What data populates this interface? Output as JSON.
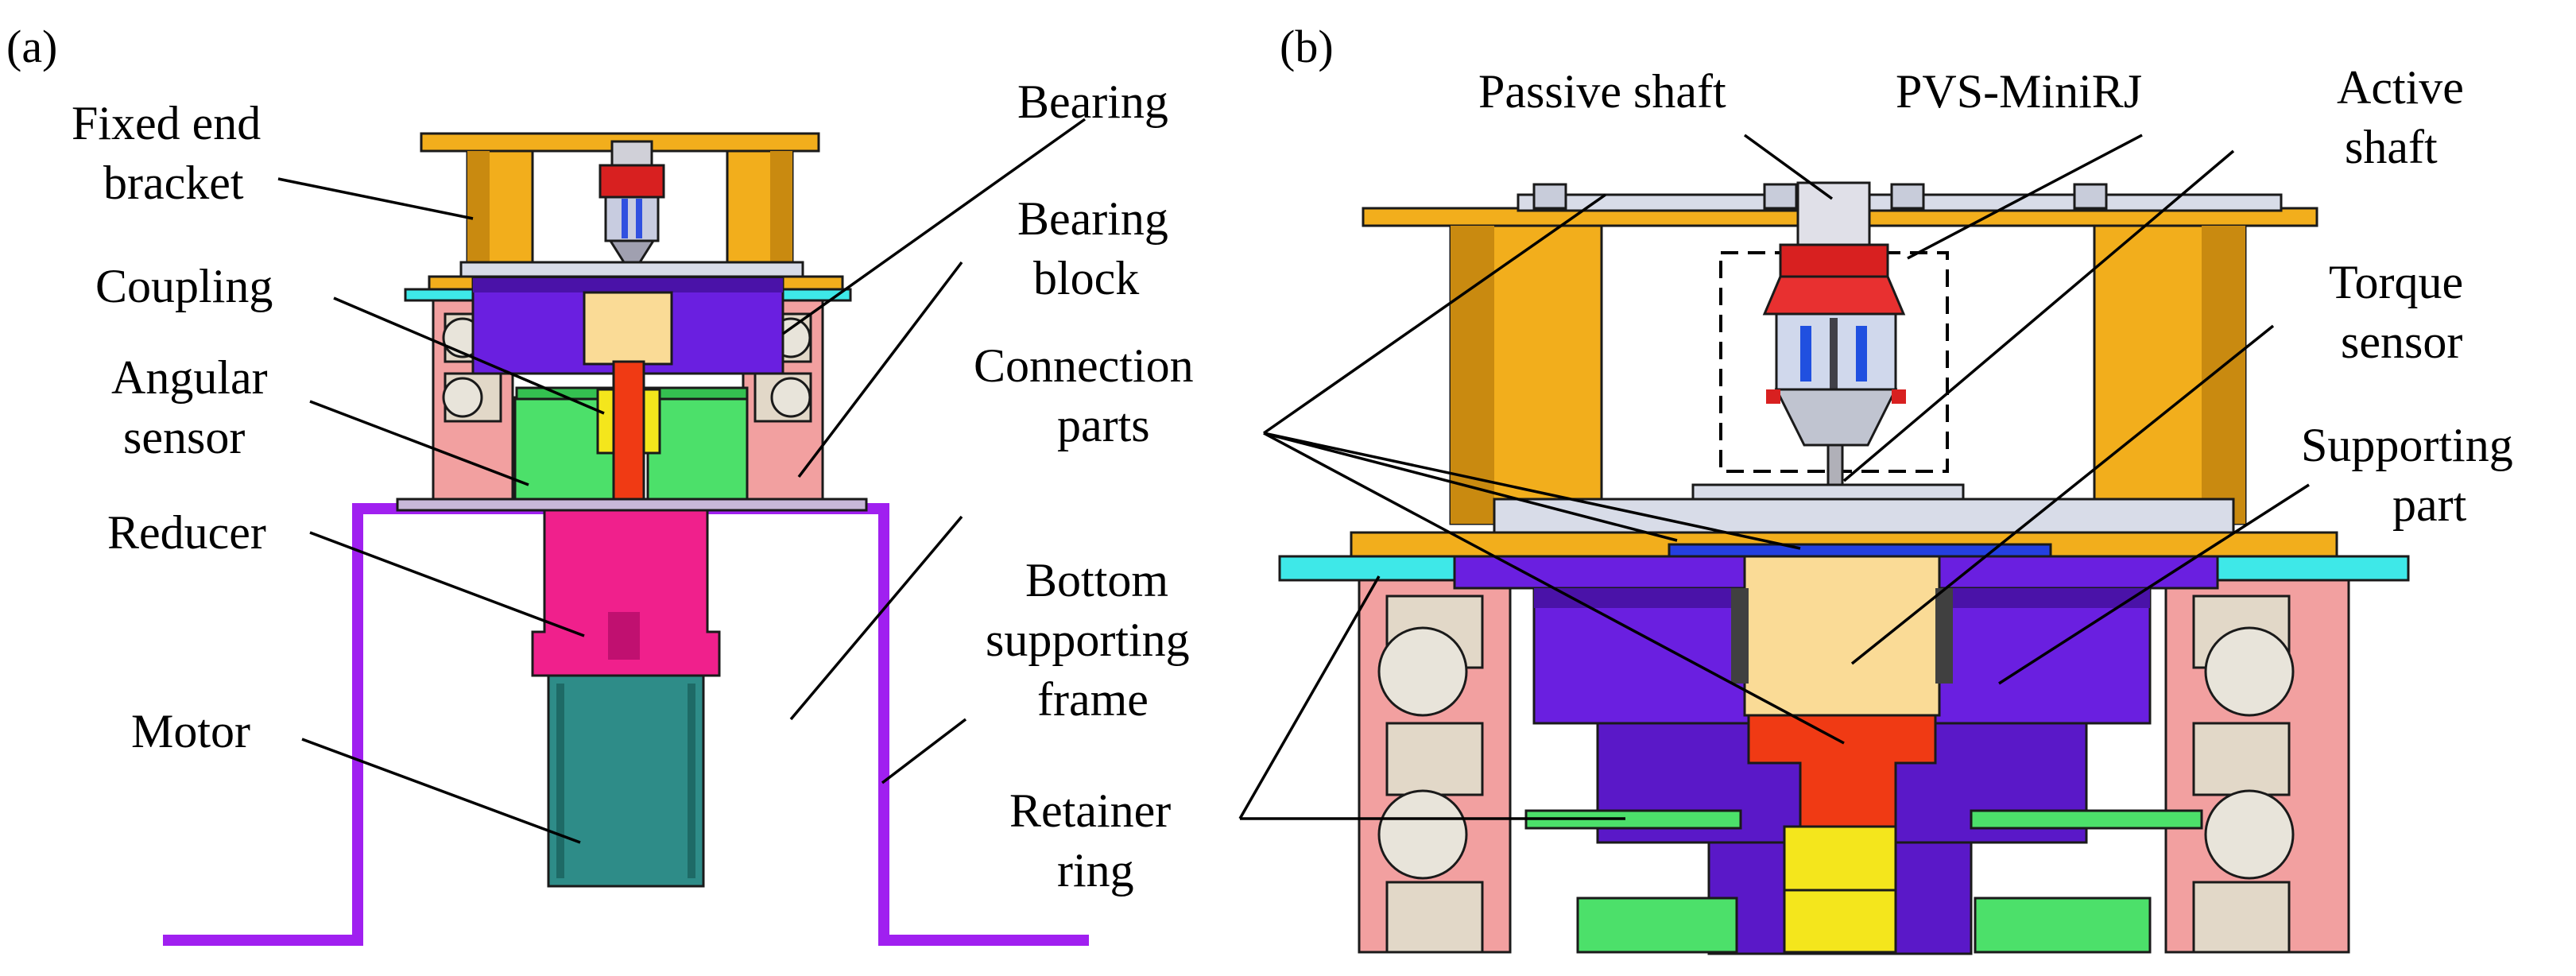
{
  "figure": {
    "panel_a": {
      "label": "(a)",
      "callouts": {
        "fixed_end_bracket": [
          "Fixed end",
          "bracket"
        ],
        "coupling": "Coupling",
        "angular_sensor": [
          "Angular",
          "sensor"
        ],
        "reducer": "Reducer",
        "motor": "Motor",
        "bearing": "Bearing",
        "bearing_block": [
          "Bearing",
          "block"
        ],
        "bottom_supporting_frame": [
          "Bottom",
          "supporting",
          "frame"
        ]
      }
    },
    "panel_b": {
      "label": "(b)",
      "callouts": {
        "passive_shaft": "Passive shaft",
        "pvs_minirj": "PVS-MiniRJ",
        "active_shaft": [
          "Active",
          "shaft"
        ],
        "torque_sensor": [
          "Torque",
          "sensor"
        ],
        "connection_parts": [
          "Connection",
          "parts"
        ],
        "supporting_part": [
          "Supporting",
          "part"
        ],
        "retainer_ring": [
          "Retainer",
          "ring"
        ]
      }
    },
    "colors": {
      "bracket_gold": "#F2AE1C",
      "bracket_dark": "#C98A10",
      "housing_purple": "#6A1FE0",
      "housing_purple_dark": "#4A12A8",
      "bearing_block_pink": "#F2A0A0",
      "bearing_cream": "#E2D8C8",
      "angular_sensor_green": "#4CE06A",
      "coupling_yellow": "#F4E61C",
      "shaft_red": "#F03A14",
      "reducer_magenta": "#F0208C",
      "motor_teal": "#2E8C88",
      "frame_violet": "#A020F0",
      "torque_sensor_tan": "#FADB96",
      "plate_lightgray": "#D8DCE8",
      "cyan_plate": "#3EE8E8",
      "joint_red": "#D82020"
    }
  }
}
